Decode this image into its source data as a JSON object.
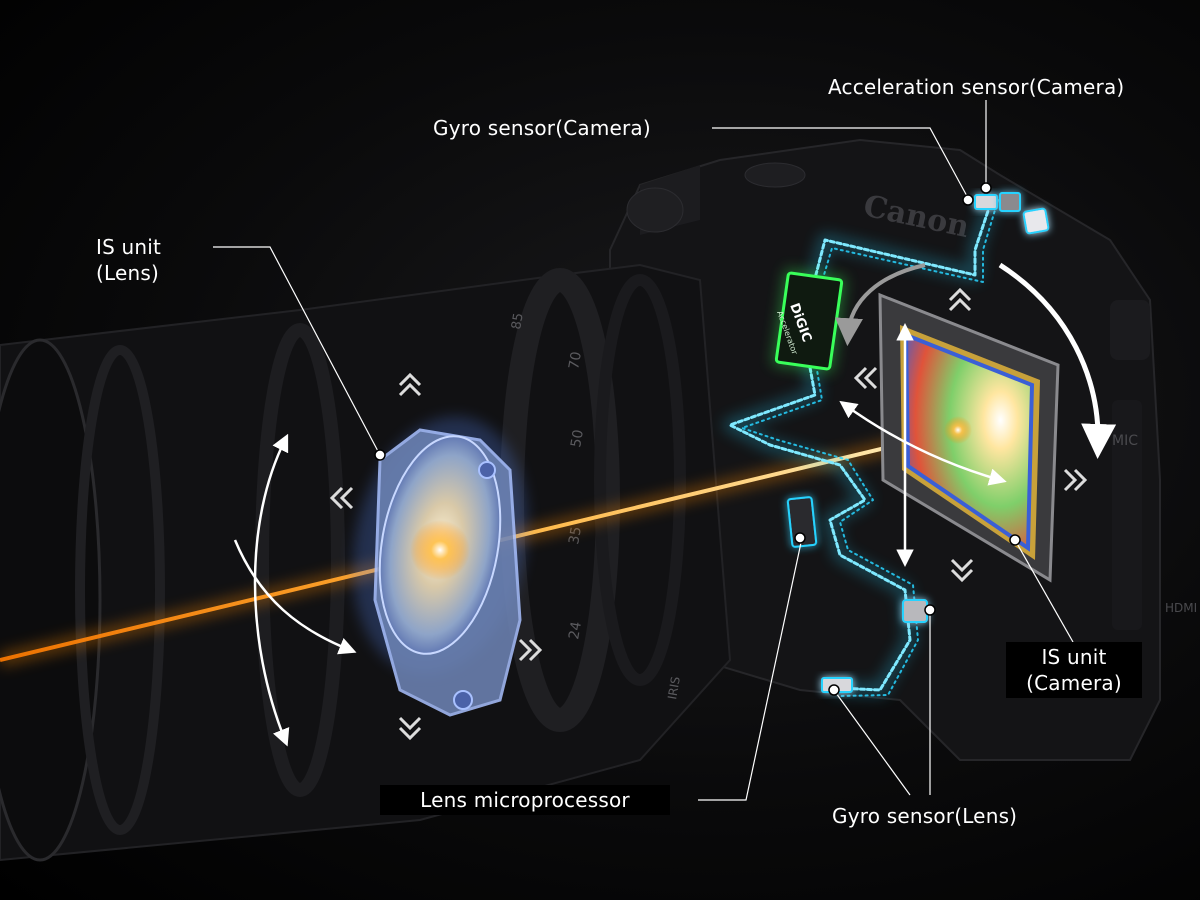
{
  "labels": {
    "acceleration_sensor_camera": "Acceleration sensor(Camera)",
    "gyro_sensor_camera": "Gyro sensor(Camera)",
    "is_unit_lens_line1": "IS unit",
    "is_unit_lens_line2": "(Lens)",
    "is_unit_camera_line1": "IS unit",
    "is_unit_camera_line2": "(Camera)",
    "lens_microprocessor": "Lens microprocessor",
    "gyro_sensor_lens": "Gyro sensor(Lens)"
  },
  "chip": {
    "brand": "DiGIC",
    "sub": "Accelerator"
  },
  "camera_brand": "Canon",
  "lens_markings": [
    "24",
    "35",
    "50",
    "70",
    "85",
    "IRIS"
  ],
  "body_markings": [
    "MIC",
    "HDMI"
  ],
  "colors": {
    "background": "#000000",
    "light_beam": "#ffa21a",
    "signal_path": "#27d3ff",
    "chip_glow": "#39ff5a",
    "is_unit_glow": "#5a8cff",
    "label_text": "#ffffff"
  }
}
